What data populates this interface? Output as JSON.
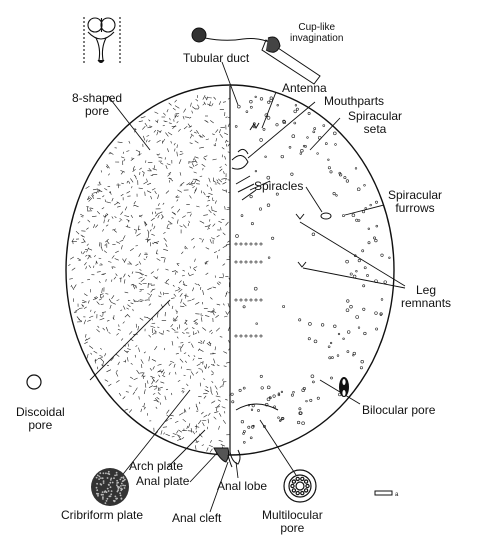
{
  "labels": {
    "eight_shaped_pore": [
      "8-shaped",
      "pore"
    ],
    "tubular_duct": "Tubular duct",
    "cup_like": [
      "Cup-like",
      "invagination"
    ],
    "antenna": "Antenna",
    "mouthparts": "Mouthparts",
    "spiracular_seta": [
      "Spiracular",
      "seta"
    ],
    "spiracles": "Spiracles",
    "spiracular_furrows": [
      "Spiracular",
      "furrows"
    ],
    "leg_remnants": [
      "Leg",
      "remnants"
    ],
    "bilocular_pore": "Bilocular pore",
    "discoidal_pore": [
      "Discoidal",
      "pore"
    ],
    "arch_plate": "Arch plate",
    "anal_plate": "Anal plate",
    "anal_lobe": "Anal lobe",
    "anal_cleft": "Anal cleft",
    "cribriform_plate": "Cribriform plate",
    "multilocular_pore": [
      "Multilocular",
      "pore"
    ],
    "scale_label": "a"
  },
  "colors": {
    "ink": "#111111",
    "background": "#ffffff"
  }
}
